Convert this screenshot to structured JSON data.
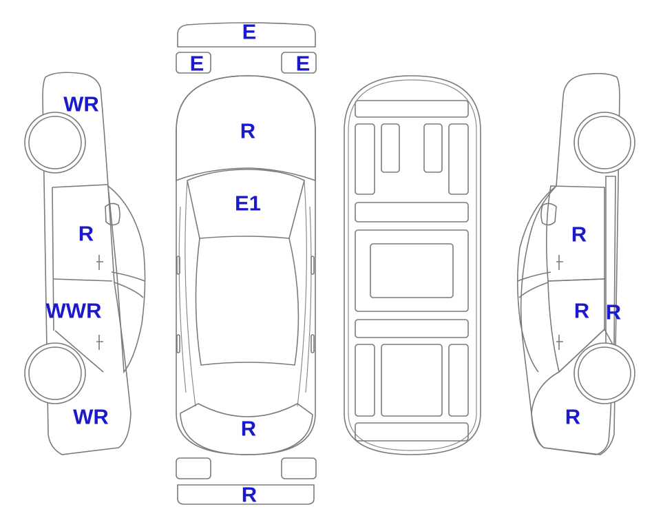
{
  "colors": {
    "damage_fill": "#F9A82B",
    "outline": "#7A7A7A",
    "label": "#1A1ACC",
    "background": "#FFFFFF"
  },
  "labels": {
    "front_bumper": "E",
    "left_headlight": "E",
    "right_headlight": "E",
    "hood": "R",
    "windshield": "E1",
    "trunk": "R",
    "rear_bumper": "R",
    "left_front_fender": "WR",
    "left_front_door": "R",
    "left_rear_door": "WWR",
    "left_rear_quarter": "WR",
    "right_front_door": "R",
    "right_rear_door": "R",
    "right_rear_pillar": "R",
    "right_rear_quarter": "R"
  }
}
